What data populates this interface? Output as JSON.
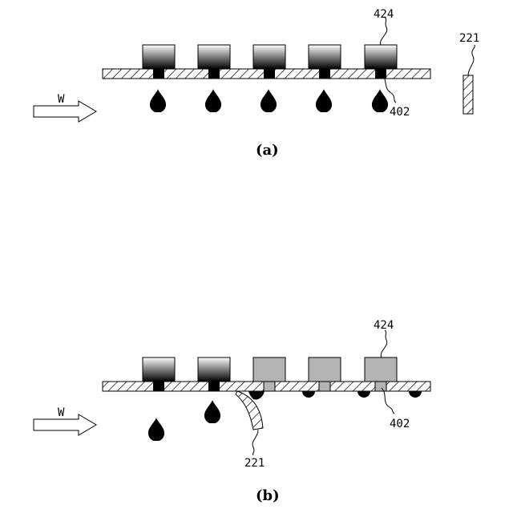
{
  "panel_a": {
    "caption": "(a)",
    "label_top_unit": "424",
    "label_nozzle": "402",
    "label_wiper": "221",
    "label_direction": "W"
  },
  "panel_b": {
    "caption": "(b)",
    "label_top_unit": "424",
    "label_nozzle": "402",
    "label_wiper": "221",
    "label_direction": "W"
  },
  "colors": {
    "ink_droplet": "#000000",
    "wiped_head": "#b3b3b3",
    "plate_hatch": "#000000"
  }
}
